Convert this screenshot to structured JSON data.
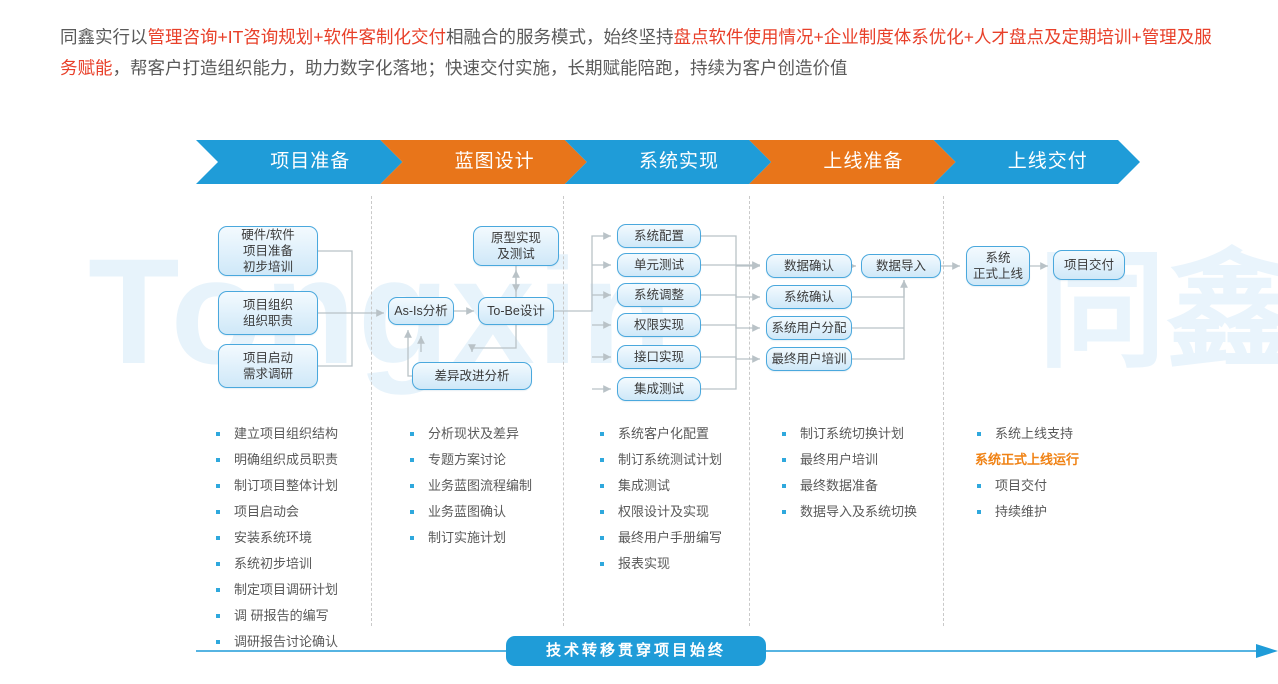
{
  "intro": {
    "segments": [
      {
        "text": "同鑫实行以",
        "highlight": false
      },
      {
        "text": "管理咨询",
        "highlight": true
      },
      {
        "text": "+",
        "highlight": true
      },
      {
        "text": "IT咨询规划",
        "highlight": true
      },
      {
        "text": "+",
        "highlight": true
      },
      {
        "text": "软件客制化交付",
        "highlight": true
      },
      {
        "text": "相融合的服务模式，始终坚持",
        "highlight": false
      },
      {
        "text": "盘点软件使用情况",
        "highlight": true
      },
      {
        "text": "+",
        "highlight": true
      },
      {
        "text": "企业制度体系优化",
        "highlight": true
      },
      {
        "text": "+",
        "highlight": true
      },
      {
        "text": "人才盘点及定期培训",
        "highlight": true
      },
      {
        "text": "+",
        "highlight": true
      },
      {
        "text": "管理及服务赋能",
        "highlight": true
      },
      {
        "text": "，帮客户打造组织能力，助力数字化落地；快速交付实施，长期赋能陪跑，持续为客户创造价值",
        "highlight": false
      }
    ],
    "highlight_color": "#e8402a",
    "text_color": "#5a5a5a"
  },
  "watermark": {
    "latin": "Tongxin",
    "cjk": "同鑫",
    "color": "#e7f3fb"
  },
  "banner": {
    "colors": {
      "blue": "#1f9cd8",
      "orange": "#e8751a"
    },
    "phases": [
      {
        "label": "项目准备",
        "color": "blue"
      },
      {
        "label": "蓝图设计",
        "color": "orange"
      },
      {
        "label": "系统实现",
        "color": "blue"
      },
      {
        "label": "上线准备",
        "color": "orange"
      },
      {
        "label": "上线交付",
        "color": "blue"
      }
    ]
  },
  "flow_nodes": {
    "prep": [
      {
        "id": "hw-sw-prep",
        "lines": [
          "硬件/软件",
          "项目准备",
          "初步培训"
        ]
      },
      {
        "id": "proj-org",
        "lines": [
          "项目组织",
          "组织职责"
        ]
      },
      {
        "id": "proj-kickoff",
        "lines": [
          "项目启动",
          "需求调研"
        ]
      }
    ],
    "blueprint": [
      {
        "id": "as-is",
        "lines": [
          "As-Is分析"
        ]
      },
      {
        "id": "to-be",
        "lines": [
          "To-Be设计"
        ]
      },
      {
        "id": "proto",
        "lines": [
          "原型实现",
          "及测试"
        ]
      },
      {
        "id": "gap",
        "lines": [
          "差异改进分析"
        ]
      }
    ],
    "realize": [
      {
        "id": "sys-config",
        "lines": [
          "系统配置"
        ]
      },
      {
        "id": "unit-test",
        "lines": [
          "单元测试"
        ]
      },
      {
        "id": "sys-adjust",
        "lines": [
          "系统调整"
        ]
      },
      {
        "id": "auth-impl",
        "lines": [
          "权限实现"
        ]
      },
      {
        "id": "api-impl",
        "lines": [
          "接口实现"
        ]
      },
      {
        "id": "integration-test",
        "lines": [
          "集成测试"
        ]
      }
    ],
    "golive_prep": [
      {
        "id": "data-confirm",
        "lines": [
          "数据确认"
        ]
      },
      {
        "id": "sys-confirm",
        "lines": [
          "系统确认"
        ]
      },
      {
        "id": "user-assign",
        "lines": [
          "系统用户分配"
        ]
      },
      {
        "id": "final-training",
        "lines": [
          "最终用户培训"
        ]
      },
      {
        "id": "data-import",
        "lines": [
          "数据导入"
        ]
      }
    ],
    "delivery": [
      {
        "id": "formal-golive",
        "lines": [
          "系统",
          "正式上线"
        ]
      },
      {
        "id": "proj-delivery",
        "lines": [
          "项目交付"
        ]
      }
    ]
  },
  "columns": [
    {
      "key": "prep",
      "bullets": [
        {
          "text": "建立项目组织结构",
          "emphasis": false
        },
        {
          "text": "明确组织成员职责",
          "emphasis": false
        },
        {
          "text": "制订项目整体计划",
          "emphasis": false
        },
        {
          "text": "项目启动会",
          "emphasis": false
        },
        {
          "text": "安装系统环境",
          "emphasis": false
        },
        {
          "text": "系统初步培训",
          "emphasis": false
        },
        {
          "text": "制定项目调研计划",
          "emphasis": false
        },
        {
          "text": "调 研报告的编写",
          "emphasis": false
        },
        {
          "text": "调研报告讨论确认",
          "emphasis": false
        }
      ]
    },
    {
      "key": "blueprint",
      "bullets": [
        {
          "text": "分析现状及差异",
          "emphasis": false
        },
        {
          "text": "专题方案讨论",
          "emphasis": false
        },
        {
          "text": "业务蓝图流程编制",
          "emphasis": false
        },
        {
          "text": "业务蓝图确认",
          "emphasis": false
        },
        {
          "text": "制订实施计划",
          "emphasis": false
        }
      ]
    },
    {
      "key": "realize",
      "bullets": [
        {
          "text": "系统客户化配置",
          "emphasis": false
        },
        {
          "text": "制订系统测试计划",
          "emphasis": false
        },
        {
          "text": "集成测试",
          "emphasis": false
        },
        {
          "text": "权限设计及实现",
          "emphasis": false
        },
        {
          "text": "最终用户手册编写",
          "emphasis": false
        },
        {
          "text": "报表实现",
          "emphasis": false
        }
      ]
    },
    {
      "key": "golive_prep",
      "bullets": [
        {
          "text": "制订系统切换计划",
          "emphasis": false
        },
        {
          "text": "最终用户培训",
          "emphasis": false
        },
        {
          "text": "最终数据准备",
          "emphasis": false
        },
        {
          "text": "数据导入及系统切换",
          "emphasis": false
        }
      ]
    },
    {
      "key": "delivery",
      "bullets": [
        {
          "text": "系统上线支持",
          "emphasis": false
        },
        {
          "text": "系统正式上线运行",
          "emphasis": true
        },
        {
          "text": "项目交付",
          "emphasis": false
        },
        {
          "text": "持续维护",
          "emphasis": false
        }
      ]
    }
  ],
  "bottom_bar": {
    "label": "技术转移贯穿项目始终",
    "color": "#1f9cd8"
  }
}
